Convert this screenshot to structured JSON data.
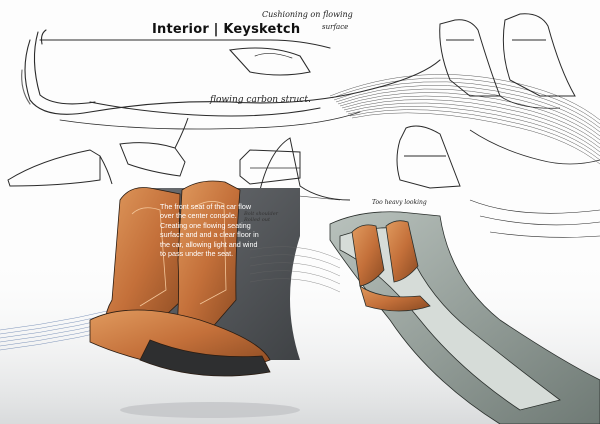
{
  "sheet": {
    "title": "Interior | Keysketch",
    "annotations": {
      "cushion_line1": "Cushioning on flowing",
      "cushion_line2": "surface",
      "carbon": "flowing carbon struct.",
      "small_line1": "Bolt shoulder",
      "small_line2": "Rolled out",
      "heavy": "Too heavy looking"
    },
    "description": "The front seat of the car flow over the center console. Creating one flowing seating surface and and a clear floor in the car, allowing light and wind to pass under the seat.",
    "colors": {
      "leather_orange": "#c4703a",
      "shell_grey": "#8a9690",
      "backdrop_dark": "#55585c",
      "sketch_line": "#2a2a2a"
    }
  }
}
